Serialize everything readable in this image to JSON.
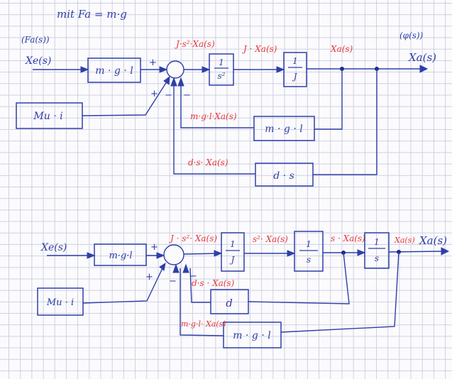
{
  "header": {
    "note": "mit Fa = m·g"
  },
  "colors": {
    "ink_blue": "#2f3fa8",
    "ink_red": "#e8383d",
    "grid": "#cfd0e0"
  },
  "diagram1": {
    "input_label": "Xe(s)",
    "input_alt_label": "(Fa(s))",
    "output_label": "Xa(s)",
    "output_alt_label": "(φ(s))",
    "blocks": {
      "gain_in": "m · g · l",
      "disturbance": "Mu · i",
      "integrator_num": "1",
      "integrator_den": "s²",
      "inertia_num": "1",
      "inertia_den": "J",
      "fb_gain": "m · g · l",
      "fb_damping": "d · s"
    },
    "signals": {
      "sum_out": "J·s²·Xa(s)",
      "mid": "J · Xa(s)",
      "out": "Xa(s)",
      "fb_gain_sig": "m·g·l·Xa(s)",
      "fb_damp_sig": "d·s· Xa(s)"
    },
    "signs": {
      "in": "+",
      "dist": "+",
      "fb1": "−",
      "fb2": "−"
    }
  },
  "diagram2": {
    "input_label": "Xe(s)",
    "output_label": "Xa(s)",
    "blocks": {
      "gain_in": "m·g·l",
      "disturbance": "Mu · i",
      "inertia_num": "1",
      "inertia_den": "J",
      "int1_num": "1",
      "int1_den": "s",
      "int2_num": "1",
      "int2_den": "s",
      "fb_damping": "d",
      "fb_gain": "m · g · l"
    },
    "signals": {
      "sum_out": "J · s²· Xa(s)",
      "after_inertia": "s²· Xa(s)",
      "after_int1": "s · Xa(s)",
      "after_int2": "Xa(s)",
      "fb_damp_sig": "d·s · Xa(s)",
      "fb_gain_sig": "m·g·l· Xa(s)"
    },
    "signs": {
      "in": "+",
      "dist": "+",
      "fb1": "−",
      "fb2": "−"
    }
  }
}
